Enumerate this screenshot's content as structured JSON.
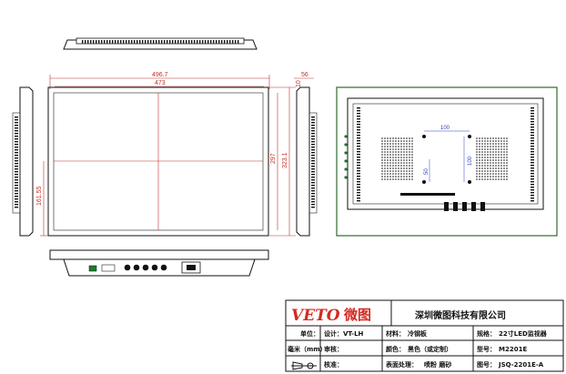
{
  "dimensions": {
    "overall_width": "496.7",
    "screen_width": "473",
    "depth": "56",
    "depth_small": "10",
    "screen_height": "297",
    "overall_height": "323.1",
    "side_offset": "161.55",
    "vesa_horizontal": "100",
    "vesa_vertical": "100",
    "vesa_offset": "50"
  },
  "title_block": {
    "logo_text": "VETO",
    "logo_cn": "微图",
    "company": "深圳微图科技有限公司",
    "unit_label": "单位：",
    "design_label": "设计：VT-LH",
    "material_label": "材料：",
    "material_value": "冷钢板",
    "spec_label": "规格：",
    "spec_value": "22寸LED监视器",
    "unit_value": "毫米（mm）",
    "review_label": "审核：",
    "color_label": "颜色：",
    "color_value": "黑色（或定制）",
    "model_label": "型号：",
    "model_value": "M2201E",
    "approve_label": "核准：",
    "surface_label": "表面处理：",
    "surface_value": "喷粉  磨砂",
    "drawing_no_label": "图号：",
    "drawing_no_value": "JSQ-2201E-A"
  },
  "colors": {
    "dimension": "#c0302a",
    "frame_green": "#2e6b2e",
    "logo_red": "#d42a20",
    "vesa_blue": "#2a3fbf"
  }
}
